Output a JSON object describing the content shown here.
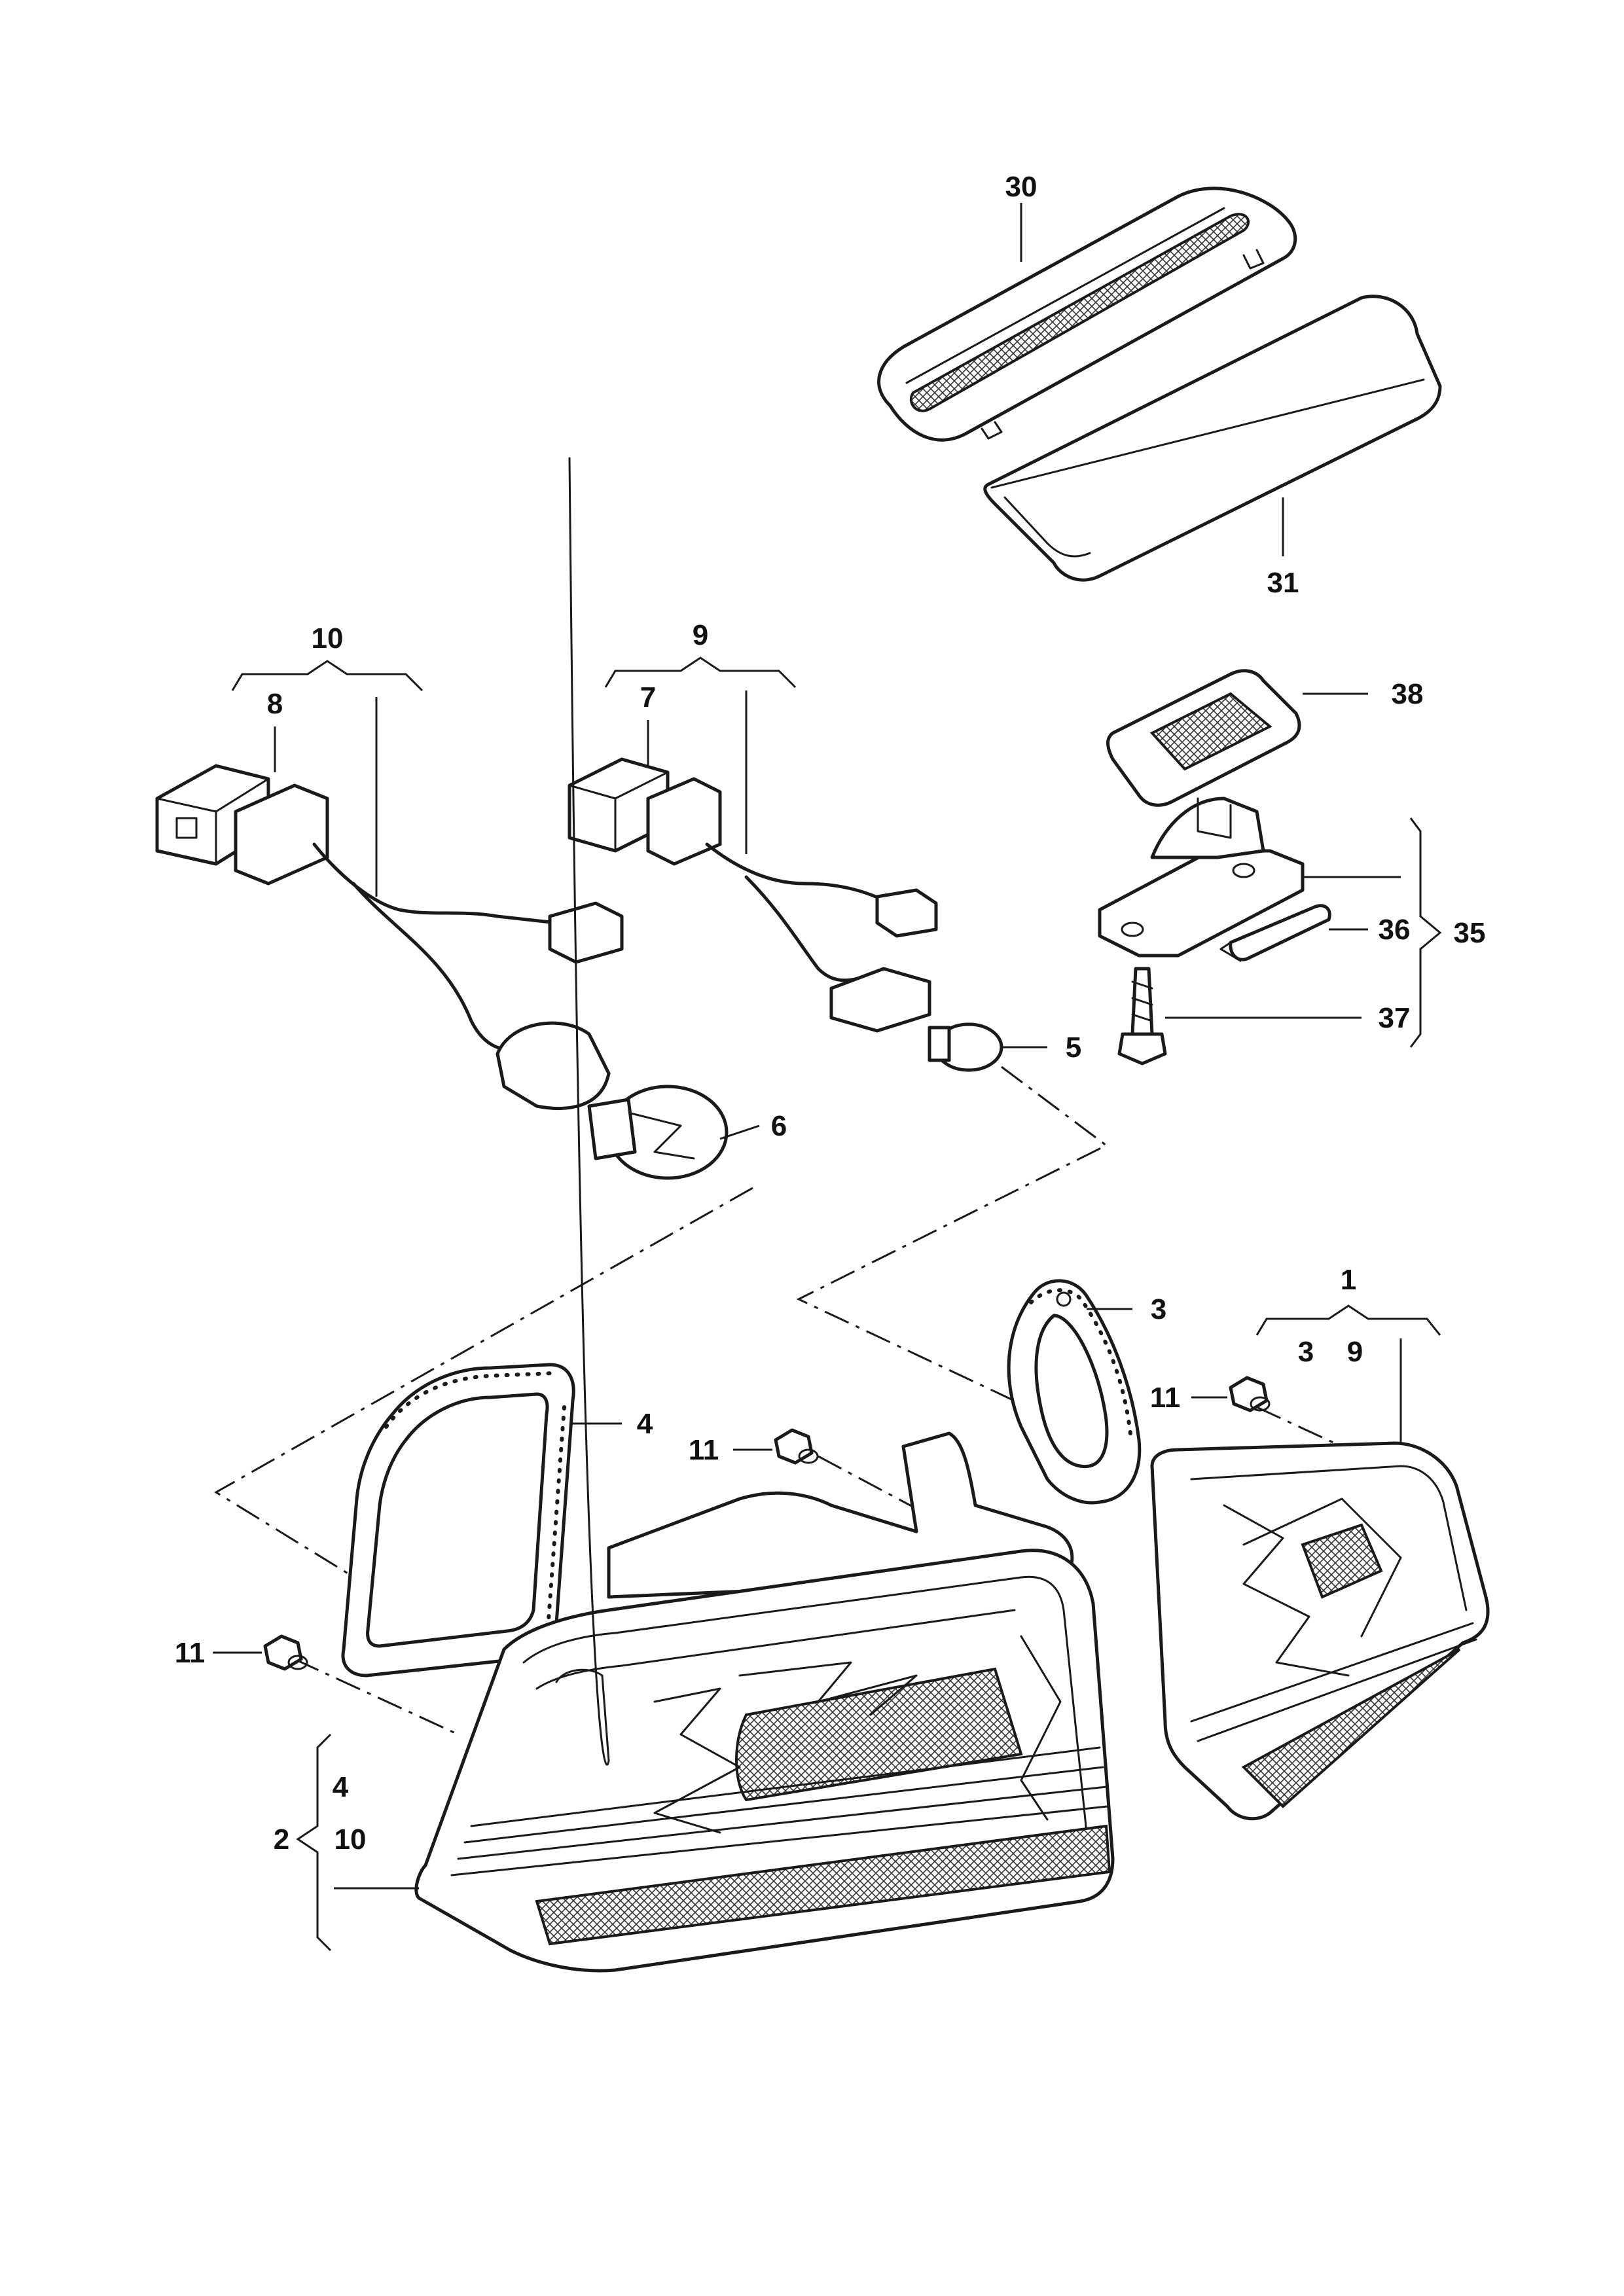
{
  "labels": {
    "l30": "30",
    "l31": "31",
    "l10": "10",
    "l9": "9",
    "l8": "8",
    "l7": "7",
    "l38": "38",
    "l36": "36",
    "l35": "35",
    "l37": "37",
    "l5": "5",
    "l6": "6",
    "l3": "3",
    "l1": "1",
    "l1a": "3",
    "l1b": "9",
    "l4": "4",
    "l11a": "11",
    "l11b": "11",
    "l11c": "11",
    "l2": "2",
    "l2a": "4",
    "l2b": "10"
  }
}
